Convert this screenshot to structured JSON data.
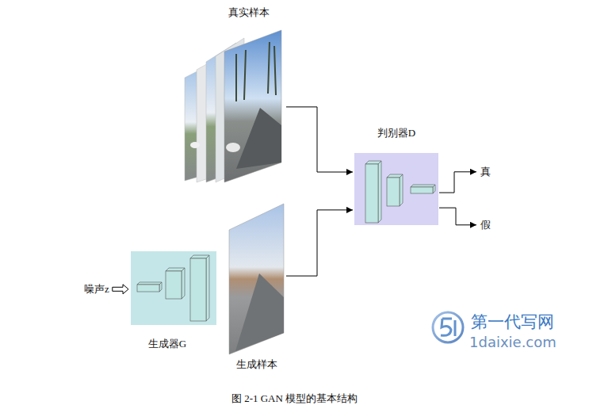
{
  "diagram": {
    "caption": "图 2-1 GAN 模型的基本结构",
    "nodes": [
      {
        "text": [
          "真实样本"
        ]
      },
      {
        "text": [
          "判别器D"
        ]
      },
      {
        "text": [
          "真"
        ]
      },
      {
        "text": [
          "假"
        ]
      },
      {
        "text": [
          "噪声z"
        ]
      },
      {
        "text": [
          "生成器G"
        ]
      },
      {
        "text": [
          "生成样本"
        ]
      }
    ],
    "edges": [
      {
        "from": 0,
        "to": 1,
        "arrow": "to"
      },
      {
        "from": 6,
        "to": 1,
        "arrow": "to"
      },
      {
        "from": 1,
        "to": 2,
        "arrow": "to"
      },
      {
        "from": 1,
        "to": 3,
        "arrow": "to"
      },
      {
        "from": 4,
        "to": 5,
        "arrow": "to"
      }
    ],
    "labels": [
      "第一代写网",
      "1daixie.com"
    ]
  }
}
